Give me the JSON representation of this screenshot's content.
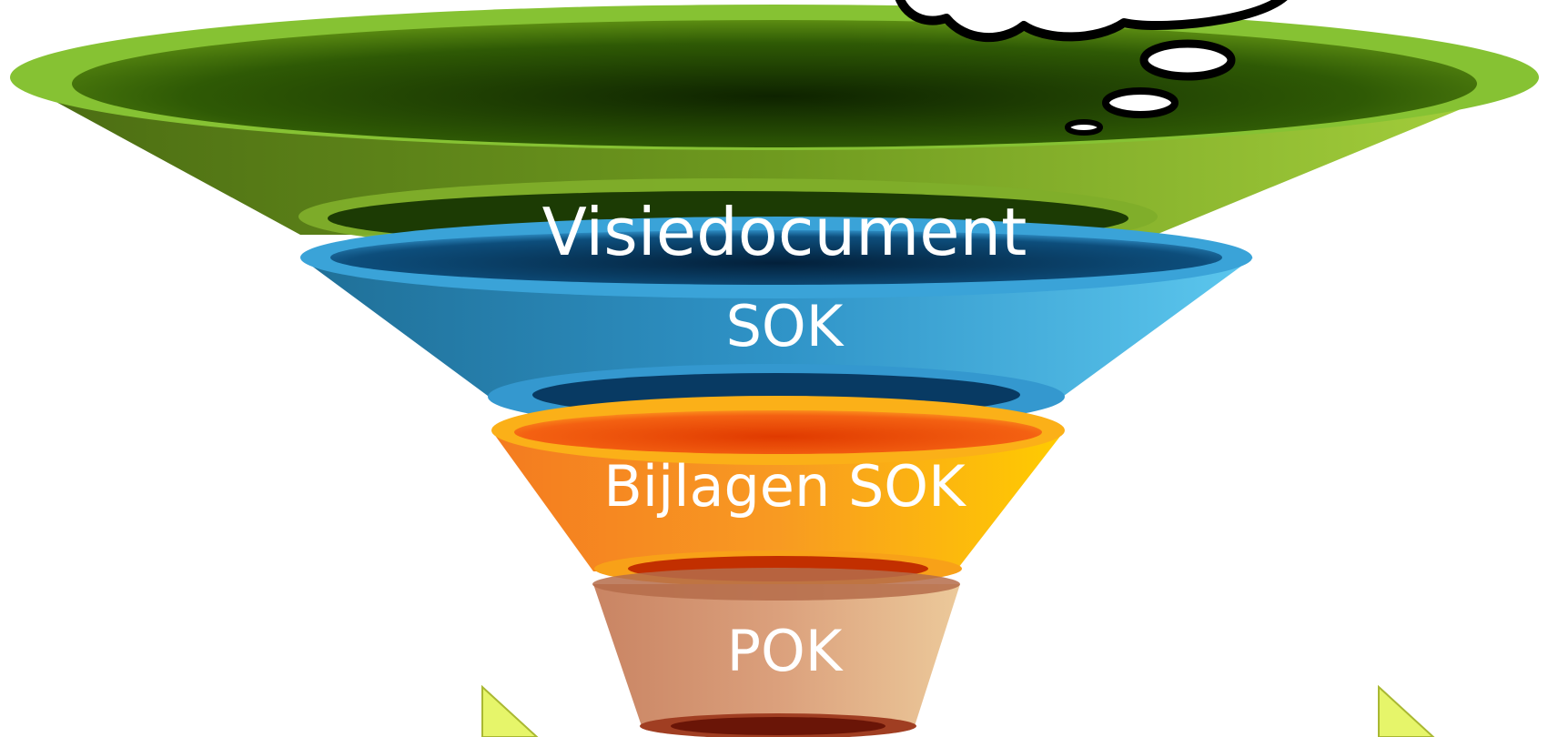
{
  "funnel": {
    "levels": [
      {
        "label": "Visiedocument",
        "color": "#7fb82e"
      },
      {
        "label": "SOK",
        "color": "#3ba9d9"
      },
      {
        "label": "Bijlagen SOK",
        "color": "#f7941d"
      },
      {
        "label": "POK",
        "color": "#d9a27a"
      }
    ]
  },
  "decorations": {
    "thought_bubble_icon": "thought-bubble-icon",
    "arrow_icon": "yellow-arrow-icon"
  }
}
